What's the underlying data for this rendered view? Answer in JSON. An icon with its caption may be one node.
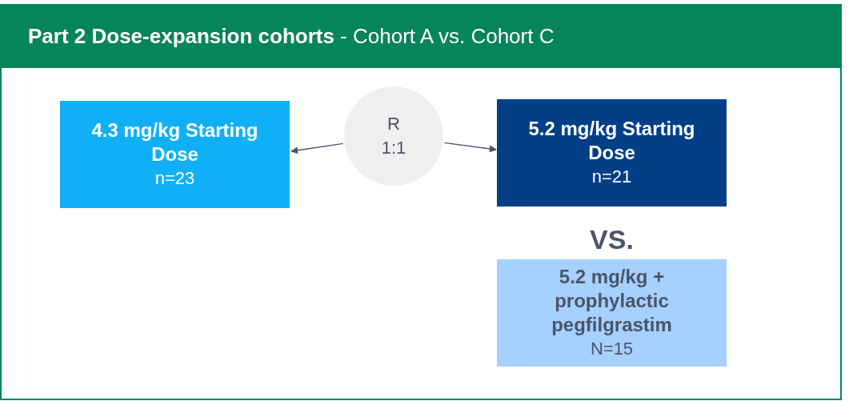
{
  "diagram": {
    "title": "**Part 2 Dose-expansion cohorts** - Cohort A vs. Cohort C",
    "nodes": [
      {
        "text": [
          "4.3 mg/kg Starting Dose",
          "n=23"
        ]
      },
      {
        "text": [
          "R 1:1"
        ]
      },
      {
        "text": [
          "5.2 mg/kg Starting Dose",
          "n=21"
        ]
      },
      {
        "text": [
          "5.2 mg/kg + prophylactic pegfilgrastim",
          "N=15"
        ]
      }
    ],
    "edges": [
      {
        "from": 1,
        "to": 0,
        "arrow": "to"
      },
      {
        "from": 1,
        "to": 2,
        "arrow": "to"
      }
    ],
    "labels": [
      "VS."
    ]
  }
}
